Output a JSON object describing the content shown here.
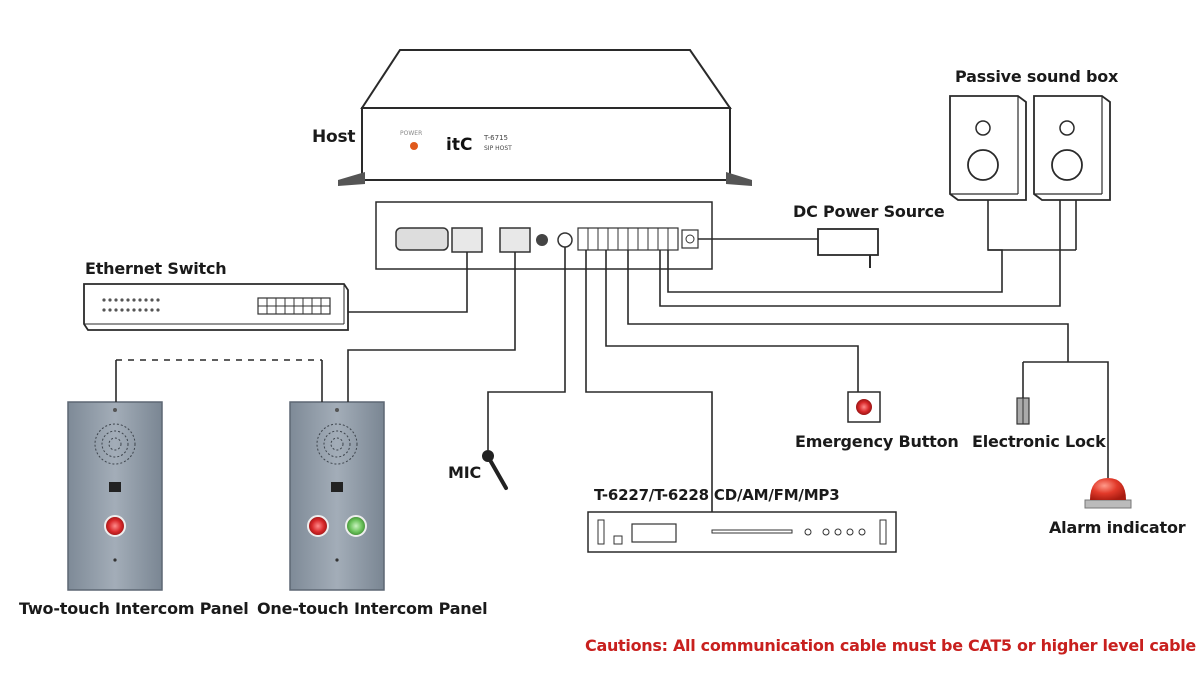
{
  "labels": {
    "host": "Host",
    "passive_sound_box": "Passive sound box",
    "dc_power_source": "DC Power Source",
    "ethernet_switch": "Ethernet Switch",
    "mic": "MIC",
    "emergency_button": "Emergency Button",
    "electronic_lock": "Electronic Lock",
    "alarm_indicator": "Alarm indicator",
    "tuner": "T-6227/T-6228  CD/AM/FM/MP3",
    "two_touch_panel": "Two-touch Intercom Panel",
    "one_touch_panel": "One-touch Intercom Panel"
  },
  "caution": "Cautions: All communication cable must be CAT5 or higher level cable",
  "device": {
    "brand": "itC",
    "model": "T-6715",
    "model_sub": "SIP HOST",
    "power_label": "POWER"
  },
  "colors": {
    "line": "#2a2a2a",
    "caution": "#c8201e",
    "panel": "#8f9aa6",
    "alarm": "#e23a2a"
  }
}
